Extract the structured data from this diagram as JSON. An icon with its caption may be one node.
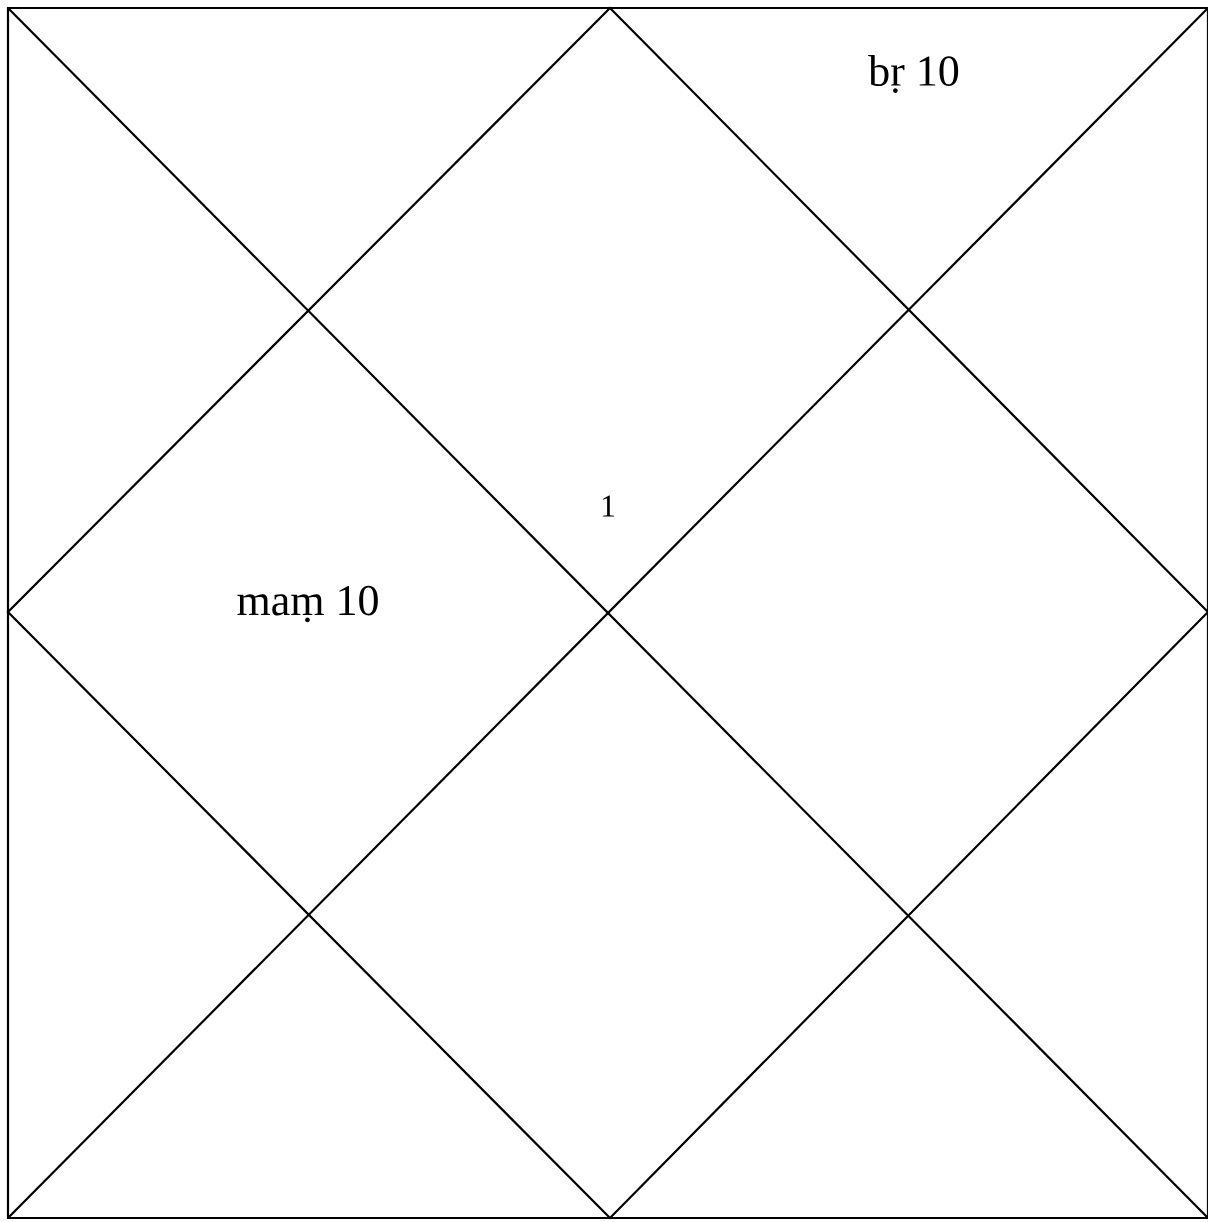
{
  "diagram": {
    "labels": [
      "bṛ 10",
      "1",
      "maṃ 10"
    ]
  }
}
